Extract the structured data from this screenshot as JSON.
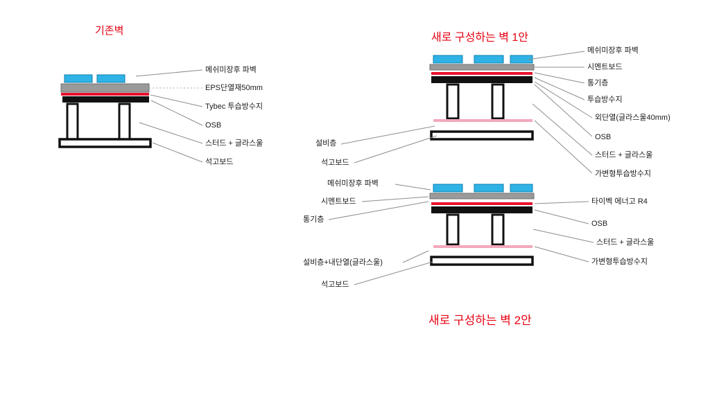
{
  "titles": {
    "existing": "기존벽",
    "plan1": "새로 구성하는 벽 1안",
    "plan2": "새로 구성하는 벽 2안"
  },
  "existing_wall": {
    "labels": [
      "메쉬미장후 파벽",
      "EPS단열재50mm",
      "Tybec 투습방수지",
      "OSB",
      "스터드 + 글라스울",
      "석고보드"
    ]
  },
  "plan1_wall": {
    "right_labels": [
      "메쉬미장후 파벽",
      "시멘트보드",
      "통기층",
      "투습방수지",
      "외단열(글라스울40mm)",
      "OSB",
      "스터드 + 글라스울",
      "가변형투습방수지"
    ],
    "left_labels": [
      "설비층",
      "석고보드"
    ]
  },
  "plan2_wall": {
    "left_labels": [
      "메쉬미장후 파벽",
      "시멘트보드",
      "통기층",
      "설비층+내단열(글라스울)",
      "석고보드"
    ],
    "right_labels": [
      "타이벡 에너고 R4",
      "OSB",
      "스터드 + 글라스울",
      "가변형투습방수지"
    ]
  },
  "colors": {
    "title_red": "#e60012",
    "tile": "#2fb3e6",
    "plaster": "#9a9a9a",
    "membrane_red": "#e8112d",
    "membrane_pink": "#f2a7bb"
  }
}
